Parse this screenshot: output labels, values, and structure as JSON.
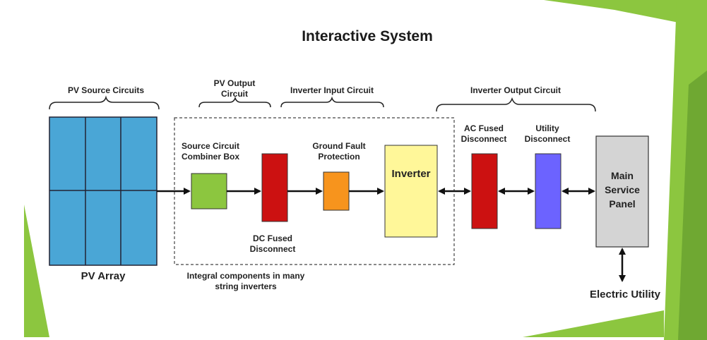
{
  "title": "Interactive System",
  "groups": {
    "pv_source": "PV Source Circuits",
    "pv_output": [
      "PV Output",
      "Circuit"
    ],
    "inverter_input": "Inverter Input Circuit",
    "inverter_output": "Inverter Output Circuit"
  },
  "components": {
    "pv_array": "PV Array",
    "combiner": [
      "Source Circuit",
      "Combiner Box"
    ],
    "dc_disconnect": [
      "DC Fused",
      "Disconnect"
    ],
    "gfp": [
      "Ground Fault",
      "Protection"
    ],
    "inverter": "Inverter",
    "ac_disconnect": [
      "AC Fused",
      "Disconnect"
    ],
    "utility_disconnect": [
      "Utility",
      "Disconnect"
    ],
    "main_panel": [
      "Main",
      "Service",
      "Panel"
    ],
    "electric_utility": "Electric Utility"
  },
  "note": [
    "Integral components in many",
    "string inverters"
  ],
  "colors": {
    "pv_array": "#4aa6d6",
    "combiner": "#8cc63f",
    "dc_disconnect": "#cc1111",
    "gfp": "#f7941d",
    "inverter": "#fff799",
    "ac_disconnect": "#cc1111",
    "utility_disconnect": "#6c63ff",
    "main_panel": "#d4d4d4",
    "accent_green": "#8cc63f"
  }
}
